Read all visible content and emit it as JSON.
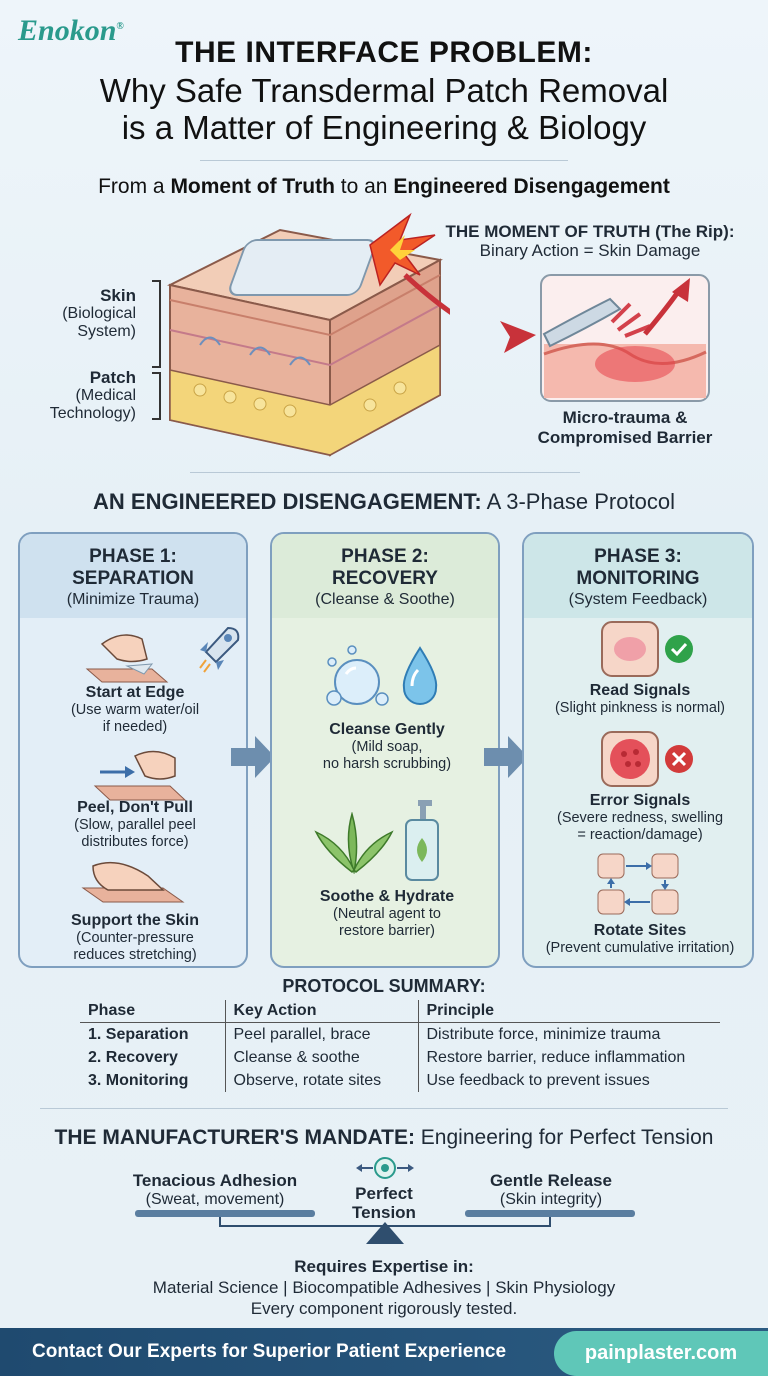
{
  "brand": {
    "name": "Enokon",
    "mark": "®"
  },
  "title": {
    "main": "THE INTERFACE PROBLEM:",
    "line2": "Why Safe Transdermal Patch Removal",
    "line3": "is a Matter of Engineering & Biology"
  },
  "subtitle": {
    "pre": "From a ",
    "b1": "Moment of Truth",
    "mid": " to an ",
    "b2": "Engineered Disengagement"
  },
  "diagram": {
    "skin_label": "Skin",
    "skin_desc1": "(Biological",
    "skin_desc2": "System)",
    "patch_label": "Patch",
    "patch_desc1": "(Medical",
    "patch_desc2": "Technology)"
  },
  "moment_of_truth": {
    "title": "THE MOMENT OF TRUTH (The Rip):",
    "subtitle": "Binary Action = Skin Damage",
    "caption1": "Micro-trauma &",
    "caption2": "Compromised Barrier"
  },
  "protocol": {
    "title_bold": "AN ENGINEERED DISENGAGEMENT:",
    "title_rest": " A 3-Phase Protocol"
  },
  "phases": [
    {
      "title1": "PHASE 1:",
      "title2": "SEPARATION",
      "subtitle": "(Minimize Trauma)",
      "steps": [
        {
          "label": "Start at Edge",
          "desc1": "(Use warm water/oil",
          "desc2": "if needed)"
        },
        {
          "label": "Peel, Don't Pull",
          "desc1": "(Slow, parallel peel",
          "desc2": "distributes force)"
        },
        {
          "label": "Support the Skin",
          "desc1": "(Counter-pressure",
          "desc2": "reduces stretching)"
        }
      ]
    },
    {
      "title1": "PHASE 2:",
      "title2": "RECOVERY",
      "subtitle": "(Cleanse & Soothe)",
      "steps": [
        {
          "label": "Cleanse Gently",
          "desc1": "(Mild soap,",
          "desc2": "no harsh scrubbing)"
        },
        {
          "label": "Soothe & Hydrate",
          "desc1": "(Neutral agent to",
          "desc2": "restore barrier)"
        }
      ]
    },
    {
      "title1": "PHASE 3:",
      "title2": "MONITORING",
      "subtitle": "(System Feedback)",
      "steps": [
        {
          "label": "Read Signals",
          "desc1": "(Slight pinkness is normal)",
          "desc2": ""
        },
        {
          "label": "Error Signals",
          "desc1": "(Severe redness, swelling",
          "desc2": "= reaction/damage)"
        },
        {
          "label": "Rotate Sites",
          "desc1": "(Prevent cumulative irritation)",
          "desc2": ""
        }
      ]
    }
  ],
  "summary": {
    "title": "PROTOCOL SUMMARY:",
    "headers": [
      "Phase",
      "Key Action",
      "Principle"
    ],
    "rows": [
      [
        "1.  Separation",
        "Peel parallel, brace",
        "Distribute force, minimize trauma"
      ],
      [
        "2. Recovery",
        "Cleanse & soothe",
        "Restore barrier, reduce inflammation"
      ],
      [
        "3. Monitoring",
        "Observe, rotate sites",
        "Use feedback to prevent issues"
      ]
    ]
  },
  "mandate": {
    "title_bold": "THE MANUFACTURER'S MANDATE:",
    "title_rest": " Engineering for Perfect Tension",
    "left_label": "Tenacious Adhesion",
    "left_desc": "(Sweat, movement)",
    "center_label1": "Perfect",
    "center_label2": "Tension",
    "right_label": "Gentle Release",
    "right_desc": "(Skin integrity)",
    "expertise_title": "Requires Expertise in:",
    "expertise_list": "Material Science | Biocompatible Adhesives | Skin Physiology",
    "expertise_note": "Every component rigorously tested."
  },
  "footer": {
    "cta": "Contact Our Experts for Superior Patient Experience",
    "url": "painplaster.com"
  },
  "colors": {
    "phase1": "#cfe1ef",
    "phase2": "#dcebd9",
    "phase3": "#cde6e8",
    "accent_teal": "#2a9a8c",
    "footer_bg": "#1f4a6f",
    "footer_url_bg": "#5fc7b8",
    "error_red": "#d23a3a",
    "ok_green": "#2fa24a"
  }
}
